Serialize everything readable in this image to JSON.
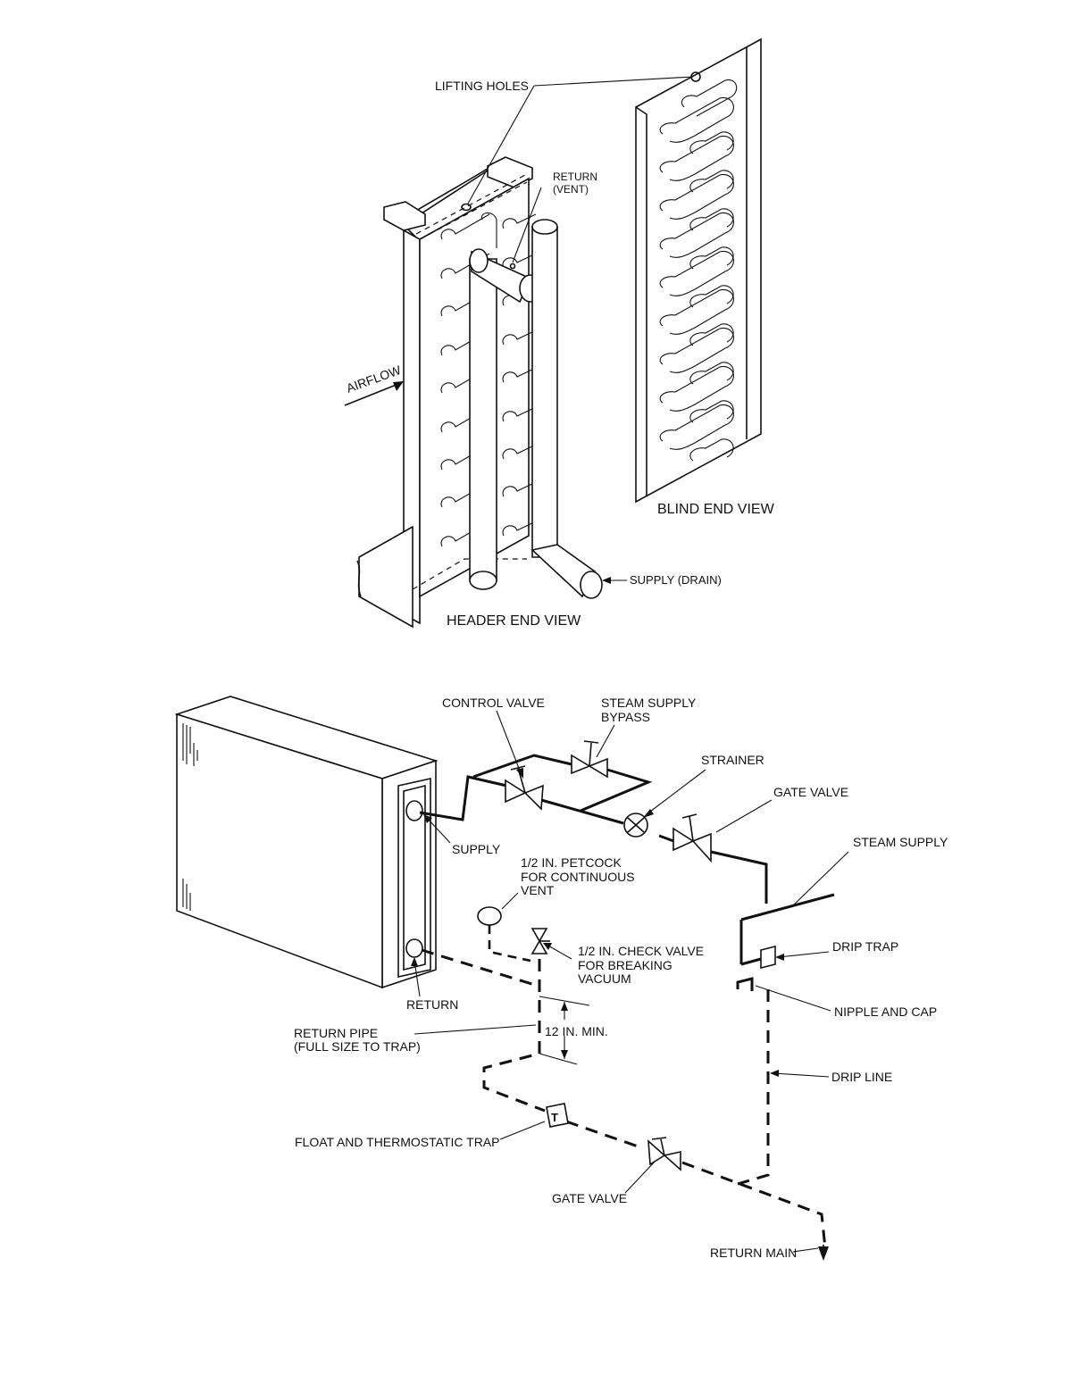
{
  "coil_figure": {
    "labels": {
      "lifting_holes": "LIFTING HOLES",
      "return_vent_1": "RETURN",
      "return_vent_2": "(VENT)",
      "airflow": "AIRFLOW",
      "supply_drain": "SUPPLY (DRAIN)",
      "header_end_view": "HEADER END VIEW",
      "blind_end_view": "BLIND END VIEW"
    }
  },
  "piping_figure": {
    "labels": {
      "control_valve": "CONTROL VALVE",
      "steam_supply_bypass_1": "STEAM SUPPLY",
      "steam_supply_bypass_2": "BYPASS",
      "strainer": "STRAINER",
      "gate_valve_top": "GATE VALVE",
      "steam_supply": "STEAM SUPPLY",
      "supply": "SUPPLY",
      "petcock_1": "1/2 IN. PETCOCK",
      "petcock_2": "FOR CONTINUOUS",
      "petcock_3": "VENT",
      "check_valve_1": "1/2 IN. CHECK VALVE",
      "check_valve_2": "FOR BREAKING",
      "check_valve_3": "VACUUM",
      "drip_trap": "DRIP TRAP",
      "nipple_cap": "NIPPLE AND CAP",
      "return": "RETURN",
      "return_pipe_1": "RETURN PIPE",
      "return_pipe_2": "(FULL SIZE TO TRAP)",
      "twelve_in_min": "12 IN. MIN.",
      "drip_line": "DRIP LINE",
      "float_trap": "FLOAT AND THERMOSTATIC TRAP",
      "trap_letter": "T",
      "gate_valve_bottom": "GATE VALVE",
      "return_main": "RETURN MAIN"
    }
  }
}
